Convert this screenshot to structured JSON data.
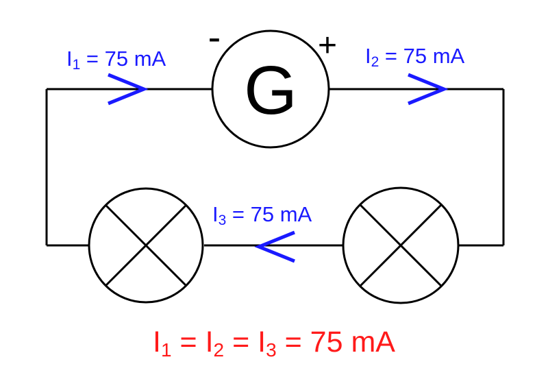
{
  "colors": {
    "wire": "#000000",
    "current_label": "#1a1aff",
    "equation": "#ff1a1a"
  },
  "generator": {
    "symbol": "G",
    "negative_terminal": "-",
    "positive_terminal": "+"
  },
  "currents": [
    {
      "var": "I",
      "sub": "1",
      "rest": " = 75 mA",
      "direction": "right"
    },
    {
      "var": "I",
      "sub": "2",
      "rest": " = 75 mA",
      "direction": "right"
    },
    {
      "var": "I",
      "sub": "3",
      "rest": " = 75 mA",
      "direction": "left"
    }
  ],
  "equation": {
    "parts": [
      {
        "var": "I",
        "sub": "1",
        "sep": " = "
      },
      {
        "var": "I",
        "sub": "2",
        "sep": " = "
      },
      {
        "var": "I",
        "sub": "3",
        "sep": " = 75 mA"
      }
    ]
  },
  "lamps": [
    {
      "icon": "lamp-icon"
    },
    {
      "icon": "lamp-icon"
    }
  ]
}
